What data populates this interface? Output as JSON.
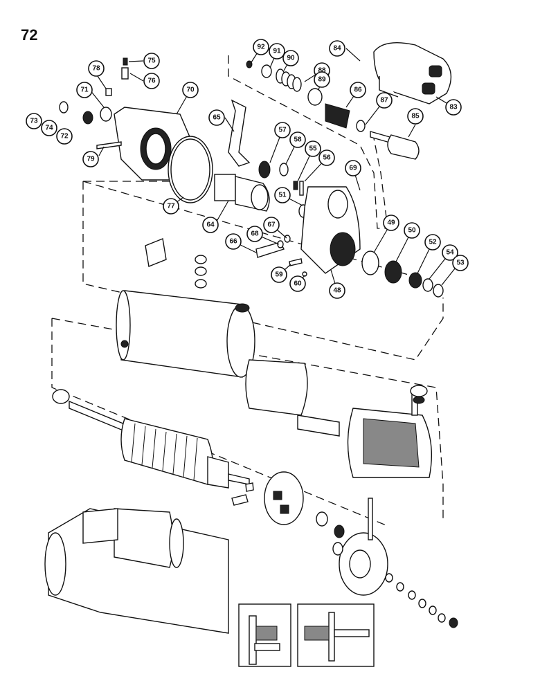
{
  "page": {
    "number": "72"
  },
  "diagram": {
    "callouts": [
      "92",
      "91",
      "90",
      "84",
      "75",
      "76",
      "78",
      "88",
      "89",
      "86",
      "87",
      "83",
      "71",
      "70",
      "73",
      "74",
      "72",
      "65",
      "57",
      "58",
      "55",
      "56",
      "69",
      "85",
      "79",
      "77",
      "51",
      "64",
      "68",
      "67",
      "49",
      "50",
      "52",
      "54",
      "53",
      "66",
      "59",
      "60",
      "48"
    ]
  }
}
